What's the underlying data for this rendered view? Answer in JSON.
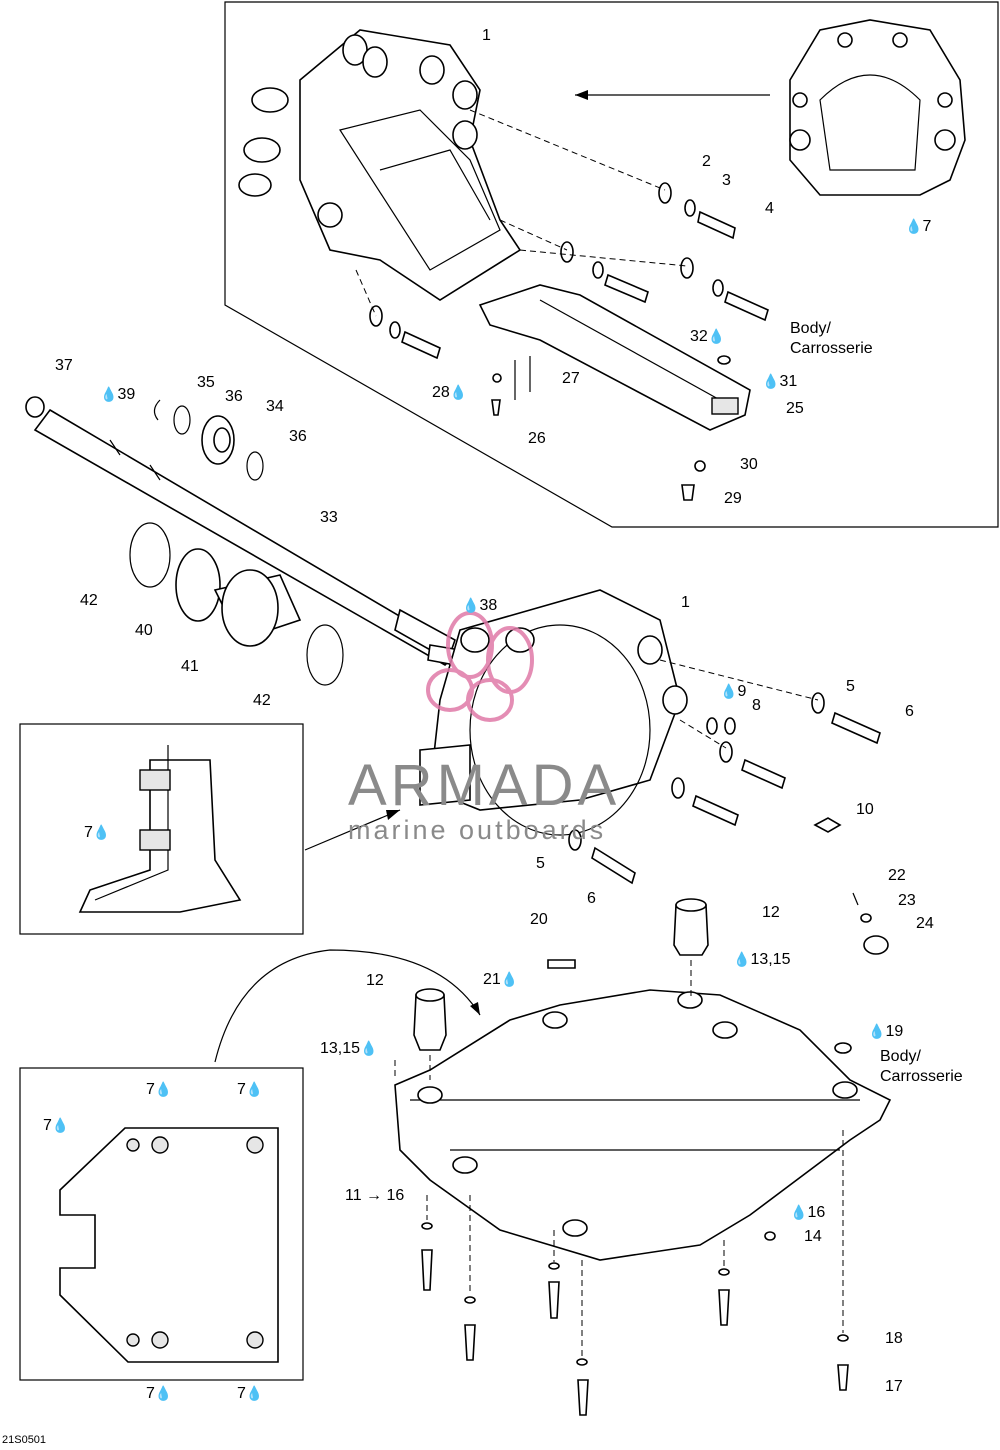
{
  "diagram": {
    "watermark": {
      "title": "ARMADA",
      "subtitle": "marine outboards",
      "logo_color": "#e07aa8"
    },
    "drawing_code": "21S0501",
    "callouts": [
      {
        "id": "c1a",
        "text": "1"
      },
      {
        "id": "c2",
        "text": "2"
      },
      {
        "id": "c3",
        "text": "3"
      },
      {
        "id": "c4",
        "text": "4"
      },
      {
        "id": "c7a",
        "text": "7"
      },
      {
        "id": "c32",
        "text": "32"
      },
      {
        "id": "cbody1",
        "text": "Body/"
      },
      {
        "id": "ccarr1",
        "text": "Carrosserie"
      },
      {
        "id": "c31",
        "text": "31"
      },
      {
        "id": "c25",
        "text": "25"
      },
      {
        "id": "c27",
        "text": "27"
      },
      {
        "id": "c28",
        "text": "28"
      },
      {
        "id": "c26",
        "text": "26"
      },
      {
        "id": "c30",
        "text": "30"
      },
      {
        "id": "c29",
        "text": "29"
      },
      {
        "id": "c37",
        "text": "37"
      },
      {
        "id": "c39",
        "text": "39"
      },
      {
        "id": "c35",
        "text": "35"
      },
      {
        "id": "c36a",
        "text": "36"
      },
      {
        "id": "c34",
        "text": "34"
      },
      {
        "id": "c36b",
        "text": "36"
      },
      {
        "id": "c33",
        "text": "33"
      },
      {
        "id": "c42a",
        "text": "42"
      },
      {
        "id": "c40",
        "text": "40"
      },
      {
        "id": "c41",
        "text": "41"
      },
      {
        "id": "c42b",
        "text": "42"
      },
      {
        "id": "c38",
        "text": "38"
      },
      {
        "id": "c1b",
        "text": "1"
      },
      {
        "id": "c9",
        "text": "9"
      },
      {
        "id": "c5a",
        "text": "5"
      },
      {
        "id": "c8",
        "text": "8"
      },
      {
        "id": "c6a",
        "text": "6"
      },
      {
        "id": "c7b",
        "text": "7"
      },
      {
        "id": "c10",
        "text": "10"
      },
      {
        "id": "c5b",
        "text": "5"
      },
      {
        "id": "c6b",
        "text": "6"
      },
      {
        "id": "c22",
        "text": "22"
      },
      {
        "id": "c23",
        "text": "23"
      },
      {
        "id": "c24",
        "text": "24"
      },
      {
        "id": "c20",
        "text": "20"
      },
      {
        "id": "c12a",
        "text": "12"
      },
      {
        "id": "c1315a",
        "text": "13,15"
      },
      {
        "id": "c21",
        "text": "21"
      },
      {
        "id": "c12b",
        "text": "12"
      },
      {
        "id": "c1315b",
        "text": "13,15"
      },
      {
        "id": "c19",
        "text": "19"
      },
      {
        "id": "cbody2",
        "text": "Body/"
      },
      {
        "id": "ccarr2",
        "text": "Carrosserie"
      },
      {
        "id": "c1116",
        "text": "11 → 16"
      },
      {
        "id": "c16",
        "text": "16"
      },
      {
        "id": "c14",
        "text": "14"
      },
      {
        "id": "c18",
        "text": "18"
      },
      {
        "id": "c17",
        "text": "17"
      },
      {
        "id": "c7c",
        "text": "7"
      },
      {
        "id": "c7d",
        "text": "7"
      },
      {
        "id": "c7e",
        "text": "7"
      },
      {
        "id": "c7f",
        "text": "7"
      },
      {
        "id": "c7g",
        "text": "7"
      }
    ],
    "drop_icon": "sealant-drop-icon"
  }
}
